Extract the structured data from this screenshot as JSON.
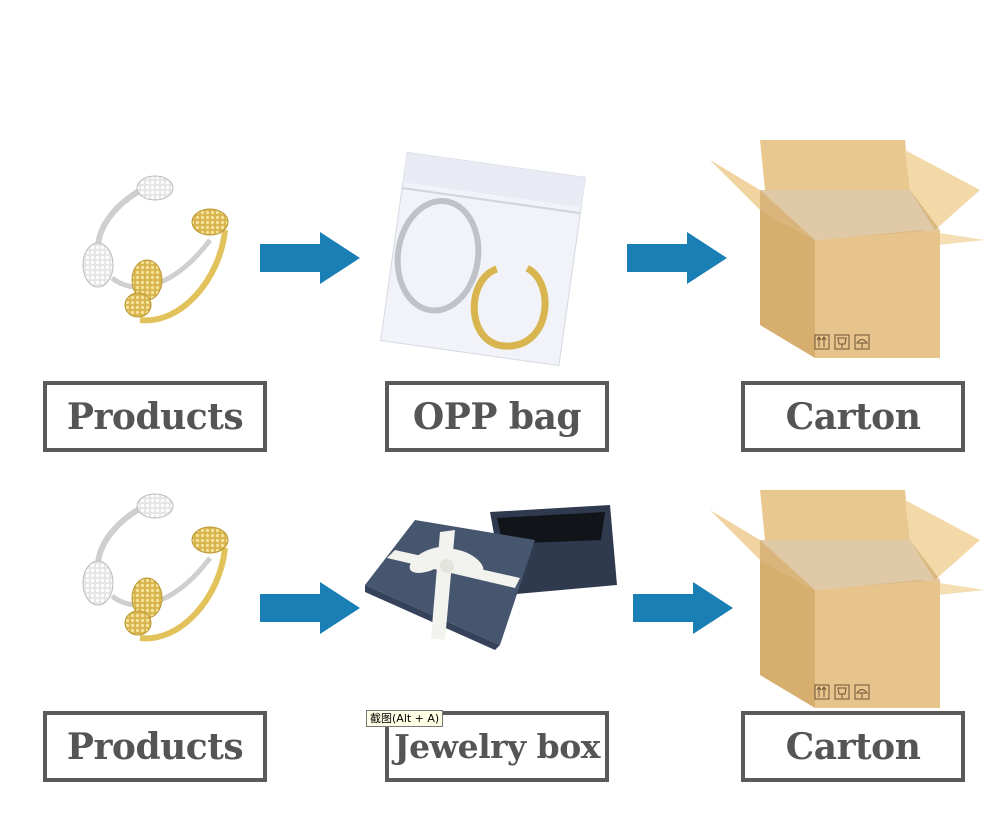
{
  "rows": [
    {
      "product_label": "Products",
      "package_label": "OPP bag",
      "carton_label": "Carton"
    },
    {
      "product_label": "Products",
      "package_label": "Jewelry box",
      "carton_label": "Carton"
    }
  ],
  "tooltip": "截图(Alt + A)",
  "carton_icons": [
    "this-way-up-icon",
    "fragile-icon",
    "keep-dry-icon"
  ],
  "colors": {
    "arrow": "#1a7fb5",
    "label_border": "#5a5a5a",
    "label_text": "#555555",
    "carton": "#e8c48d",
    "gift_box": "#3f4f6b",
    "ribbon": "#f2f2ee",
    "gold": "#e2c25a",
    "silver": "#d8d8d8"
  }
}
